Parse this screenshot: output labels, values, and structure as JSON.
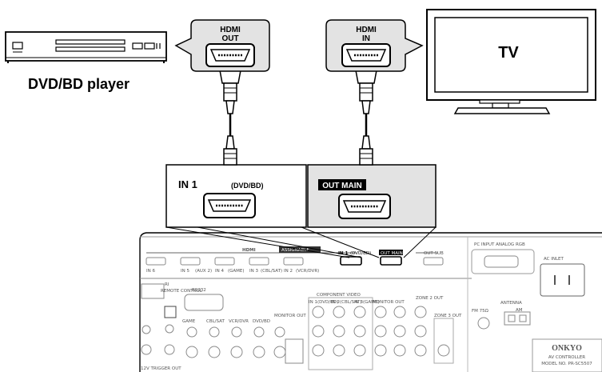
{
  "callouts": {
    "hdmi_out_line1": "HDMI",
    "hdmi_out_line2": "OUT",
    "hdmi_in_line1": "HDMI",
    "hdmi_in_line2": "IN"
  },
  "devices": {
    "player_label": "DVD/BD player",
    "tv_label": "TV"
  },
  "zoom": {
    "in1_label": "IN 1",
    "in1_source": "(DVD/BD)",
    "out_main_label": "OUT MAIN"
  },
  "panel": {
    "hdmi_header": "HDMI",
    "assignable": "ASSIGNABLE",
    "hdmi_inputs": [
      {
        "label": "IN 6",
        "sub": ""
      },
      {
        "label": "IN 5",
        "sub": "(AUX 2)"
      },
      {
        "label": "IN 4",
        "sub": "(GAME)"
      },
      {
        "label": "IN 3",
        "sub": "(CBL/SAT)"
      },
      {
        "label": "IN 2",
        "sub": "(VCR/DVR)"
      },
      {
        "label": "IN 1",
        "sub": "(DVD/BD)"
      }
    ],
    "out_main": "OUT MAIN",
    "out_sub": "OUT SUB",
    "pc_input": "PC INPUT ANALOG RGB",
    "ac_inlet": "AC INLET",
    "rs232": "RS232",
    "ri": "RI",
    "remote_control": "REMOTE CONTROL",
    "component_video": "COMPONENT VIDEO",
    "component_inputs": [
      "IN 1(DVD/BD)",
      "IN 2(CBL/SAT)",
      "IN 3(GAME)",
      "MONITOR OUT"
    ],
    "zone2_out": "ZONE 2 OUT",
    "zone3_out": "ZONE 3 OUT",
    "antenna": "ANTENNA",
    "fm": "FM 75Ω",
    "am": "AM",
    "game": "GAME",
    "cbl_sat": "CBL/SAT",
    "vcr_dvr": "VCR/DVR",
    "dvd_bd": "DVD/BD",
    "monitor_out": "MONITOR OUT",
    "trigger_out": "12V TRIGGER OUT",
    "brand": "ONKYO",
    "model_line1": "AV CONTROLLER",
    "model_line2": "MODEL NO. PR-SC5507"
  },
  "colors": {
    "callout_fill": "#e3e3e3",
    "outline": "#000000",
    "panel_line": "#8a8a8a"
  }
}
